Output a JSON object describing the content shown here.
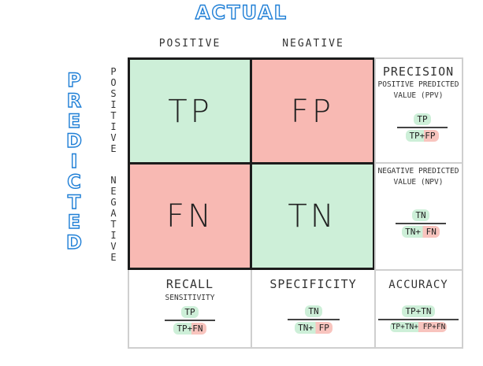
{
  "titles": {
    "actual": "ACTUAL",
    "predicted_letters": [
      "P",
      "R",
      "E",
      "D",
      "I",
      "C",
      "T",
      "E",
      "D"
    ]
  },
  "columns": {
    "positive": "POSITIVE",
    "negative": "NEGATIVE"
  },
  "rows": {
    "positive_letters": [
      "P",
      "O",
      "S",
      "I",
      "T",
      "I",
      "V",
      "E"
    ],
    "negative_letters": [
      "N",
      "E",
      "G",
      "A",
      "T",
      "I",
      "V",
      "E"
    ]
  },
  "cells": {
    "tp": "TP",
    "fp": "FP",
    "fn": "FN",
    "tn": "TN"
  },
  "metrics": {
    "precision": {
      "title": "PRECISION",
      "subtitle_1": "POSITIVE PREDICTED",
      "subtitle_2": "VALUE (PPV)",
      "numerator": "TP",
      "denominator": "TP+FP"
    },
    "npv": {
      "subtitle_1": "NEGATIVE PREDICTED",
      "subtitle_2": "VALUE (NPV)",
      "numerator": "TN",
      "denominator": "TN+ FN"
    },
    "recall": {
      "title": "RECALL",
      "subtitle": "SENSITIVITY",
      "numerator": "TP",
      "denominator": "TP+FN"
    },
    "specificity": {
      "title": "SPECIFICITY",
      "numerator": "TN",
      "denominator": "TN+ FP"
    },
    "accuracy": {
      "title": "ACCURACY",
      "numerator": "TP+TN",
      "denominator": "TP+TN+ FP+FN"
    }
  },
  "colors": {
    "green": "#cdefd8",
    "red": "#f8b9b3",
    "title_blue": "#1f7fd6",
    "grid": "#1c1c1c"
  }
}
